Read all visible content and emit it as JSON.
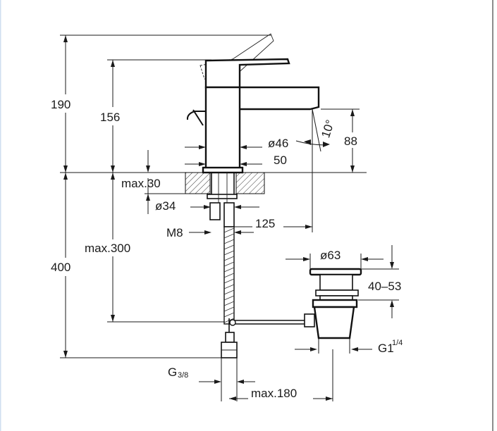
{
  "drawing": {
    "dimensions": {
      "total_height_top": "190",
      "tap_height": "156",
      "spout_height": "88",
      "spout_angle": "10°",
      "base_diameter": "ø46",
      "spout_reach": "50",
      "counter_thickness": "max.30",
      "hole_diameter": "ø34",
      "thread": "M8",
      "drain_offset": "125",
      "hose_length": "max.300",
      "total_height_bottom": "400",
      "waste_diameter": "ø63",
      "waste_range": "40–53",
      "waste_thread": "G1",
      "waste_thread_fraction": "1/4",
      "inlet_thread": "G",
      "inlet_thread_fraction": "3/8",
      "max_reach": "max.180"
    }
  }
}
